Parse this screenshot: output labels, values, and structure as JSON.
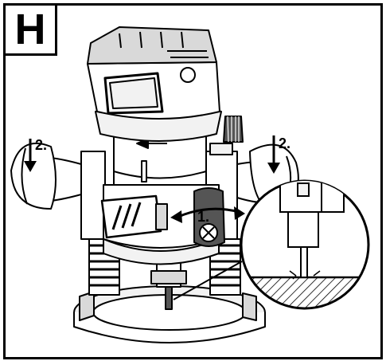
{
  "figure": {
    "label": "H",
    "steps": {
      "release_lever": "1.",
      "left_handle_press": "2.",
      "right_handle_press": "2."
    }
  },
  "colors": {
    "stroke": "#000000",
    "background": "#ffffff",
    "fill_light": "#f2f2f2",
    "fill_mid": "#d9d9d9",
    "fill_dark": "#555555"
  }
}
